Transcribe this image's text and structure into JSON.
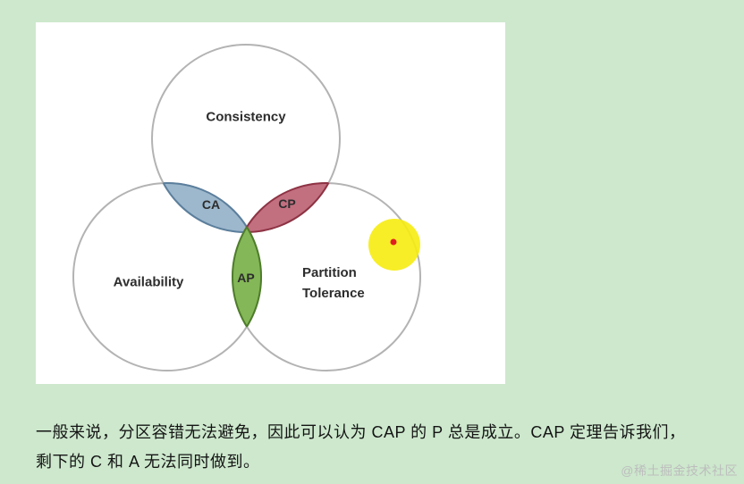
{
  "page": {
    "background_color": "#cde8cd",
    "watermark": "@稀土掘金技术社区"
  },
  "diagram": {
    "labels": {
      "top_circle": "Consistency",
      "left_circle": "Availability",
      "right_circle_line1": "Partition",
      "right_circle_line2": "Tolerance",
      "top_left_overlap": "CA",
      "top_right_overlap": "CP",
      "bottom_overlap": "AP"
    },
    "colors": {
      "circle_outline": "#b3b3b3",
      "ca_fill": "#9db7cc",
      "ca_stroke": "#5b7f9d",
      "cp_fill": "#c26f80",
      "cp_stroke": "#8e3344",
      "ap_fill": "#84b757",
      "ap_stroke": "#4e7d2a",
      "highlight_fill": "#f6ec0f",
      "highlight_dot": "#e02020"
    }
  },
  "caption": {
    "line1": "一般来说，分区容错无法避免，因此可以认为 CAP 的 P 总是成立。CAP 定理告诉我们，",
    "line2": "剩下的 C 和 A 无法同时做到。"
  }
}
